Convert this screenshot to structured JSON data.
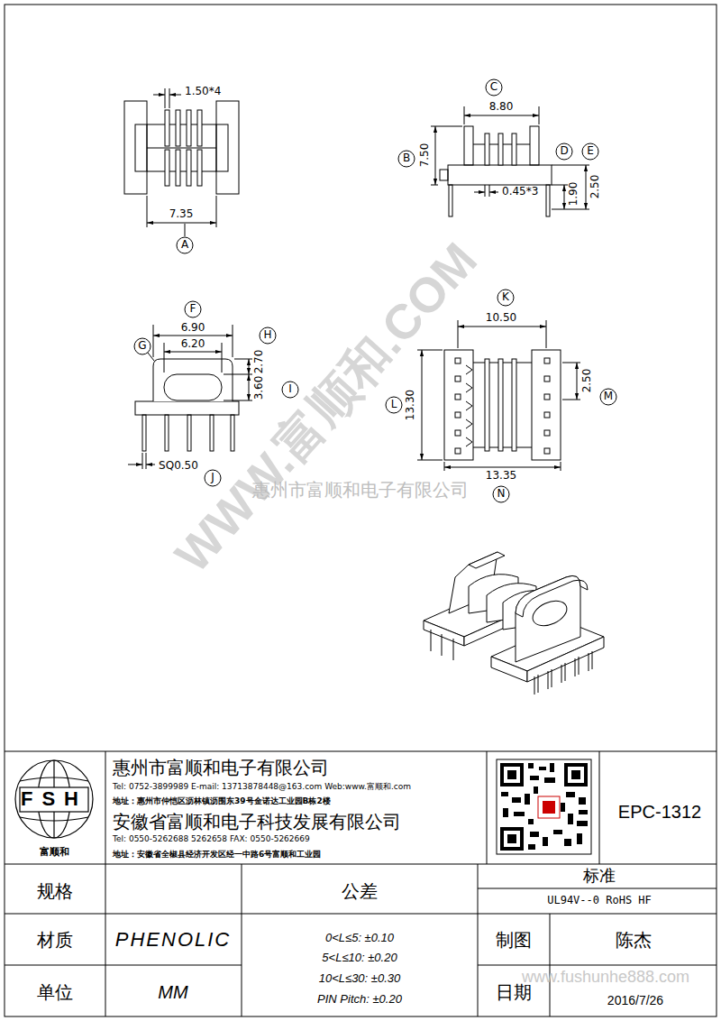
{
  "diagram": {
    "labels": [
      "1.50*4",
      "7.35",
      "A",
      "C",
      "8.80",
      "B",
      "7.50",
      "D",
      "E",
      "0.45*3",
      "1.90",
      "2.50",
      "F",
      "6.90",
      "6.20",
      "G",
      "H",
      "2.70",
      "3.60",
      "I",
      "SQ0.50",
      "J",
      "K",
      "10.50",
      "L",
      "13.30",
      "2.50",
      "M",
      "13.35",
      "N",
      "WWW.富顺和.COM",
      "惠州市富顺和电子有限公司",
      "FSH",
      "富顺和",
      "惠州市富顺和电子有限公司",
      "Tel: 0752-3899989 E-mail: 13713878448@163.com Web:www.富顺和.com",
      "地址：惠州市仲恺区沥林镇沥围东39号金诺达工业园B栋2楼",
      "安徽省富顺和电子科技发展有限公司",
      "Tel: 0550-5262688 5262658 FAX: 0550-5262669",
      "地址：安徽省全椒县经济开发区经一中路6号富顺和工业园",
      "EPC-1312",
      "规格",
      "公差",
      "标准",
      "UL94V--0 RoHS HF",
      "材质",
      "PHENOLIC",
      "0<L≤5: ±0.10",
      "5<L≤10: ±0.20",
      "10<L≤30: ±0.30",
      "PIN Pitch: ±0.20",
      "制图",
      "陈杰",
      "单位",
      "MM",
      "日期",
      "2016/7/26",
      "www.fushunhe888.com"
    ]
  }
}
